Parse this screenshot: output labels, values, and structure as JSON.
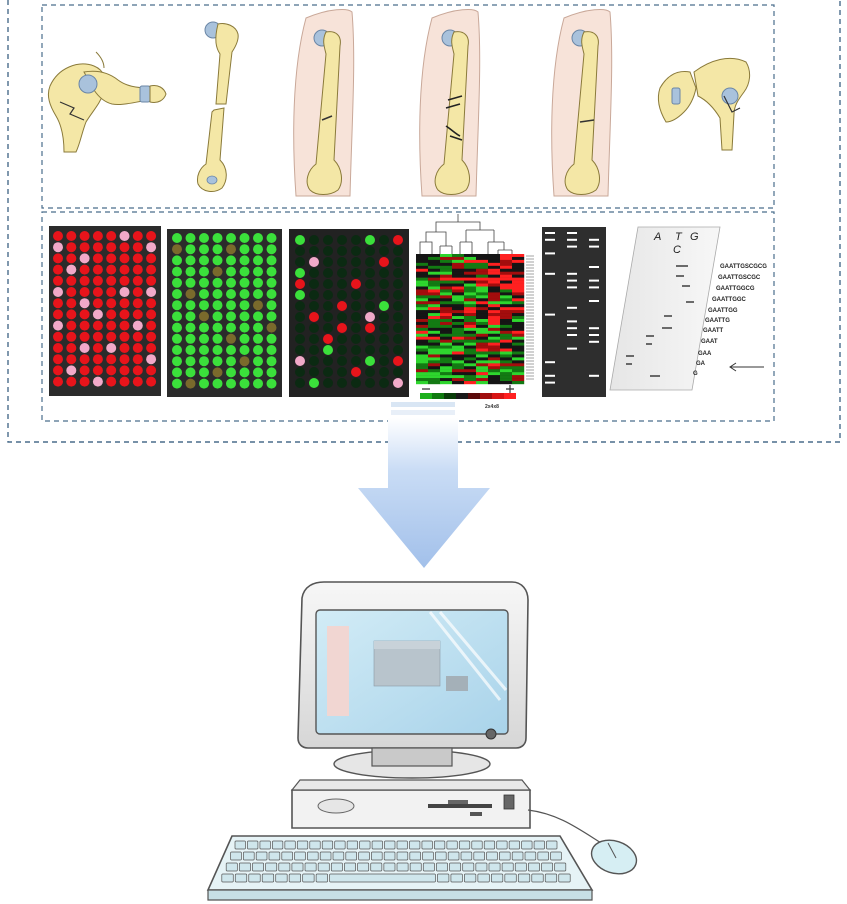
{
  "sequencing": {
    "bases_header": [
      "A",
      "T",
      "G"
    ],
    "base_sub": "C",
    "ladder": [
      "GAATTGSCGCG",
      "GAATTGSCGC",
      "GAATTGGCG",
      "GAATTGGC",
      "GAATTGG",
      "GAATTG",
      "GAATT",
      "GAAT",
      "GAA",
      "GA",
      "G"
    ]
  },
  "heatmap": {
    "scale_label": "2x4x8"
  },
  "colors": {
    "dashed_border": "#4a6d8c",
    "bone": "#f4e7a6",
    "bone_outline": "#8a7a3a",
    "cartilage": "#a9c2dc",
    "skin": "#f7e3d9",
    "array_red_bg": "#2b2b2b",
    "array_red": "#e8141b",
    "array_pink": "#f2a9c9",
    "array_green": "#3be03b",
    "array_brown": "#7a6a2c",
    "arrow_blue": "#a9c6ec",
    "computer_body": "#ececec",
    "screen": "#bfe1f0",
    "keyboard": "#d9edf3"
  },
  "icons": [
    "pelvis-fracture-icon",
    "broken-femur-icon",
    "femur-in-leg-icon",
    "comminuted-femur-icon",
    "healing-femur-icon",
    "hip-joint-icon",
    "microarray-red-icon",
    "microarray-green-icon",
    "microarray-mixed-icon",
    "heatmap-dendrogram-icon",
    "gel-electrophoresis-icon",
    "sanger-sequencing-icon",
    "down-arrow-icon",
    "desktop-computer-icon",
    "keyboard-icon",
    "mouse-icon"
  ]
}
